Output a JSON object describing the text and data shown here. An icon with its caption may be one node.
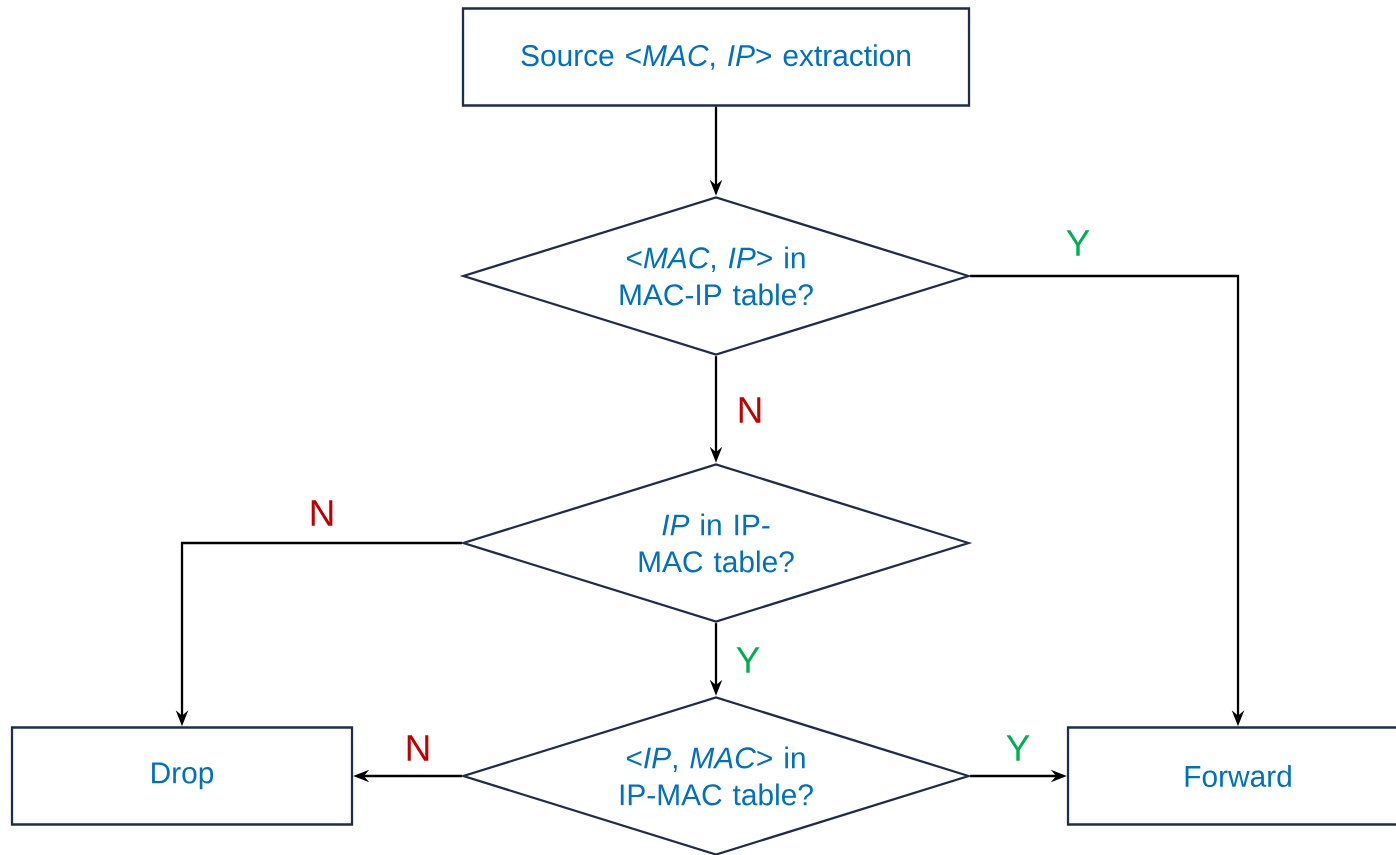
{
  "diagram": {
    "nodes": [
      {
        "text": [
          "Source <*MAC*, *IP*> extraction"
        ]
      },
      {
        "text": [
          "<*MAC*, *IP*> in MAC-IP table?"
        ]
      },
      {
        "text": [
          "*IP* in IP-MAC table?"
        ]
      },
      {
        "text": [
          "<*IP*, *MAC*> in IP-MAC table?"
        ]
      },
      {
        "text": [
          "Drop"
        ]
      },
      {
        "text": [
          "Forward"
        ]
      }
    ],
    "edges": [
      {
        "from": 0,
        "to": 1,
        "arrow": "to"
      },
      {
        "from": 1,
        "to": 5,
        "arrow": "to",
        "label": "Y"
      },
      {
        "from": 1,
        "to": 2,
        "arrow": "to",
        "label": "N"
      },
      {
        "from": 2,
        "to": 4,
        "arrow": "to",
        "label": "N"
      },
      {
        "from": 2,
        "to": 3,
        "arrow": "to",
        "label": "Y"
      },
      {
        "from": 3,
        "to": 4,
        "arrow": "to",
        "label": "N"
      },
      {
        "from": 3,
        "to": 5,
        "arrow": "to",
        "label": "Y"
      }
    ]
  }
}
